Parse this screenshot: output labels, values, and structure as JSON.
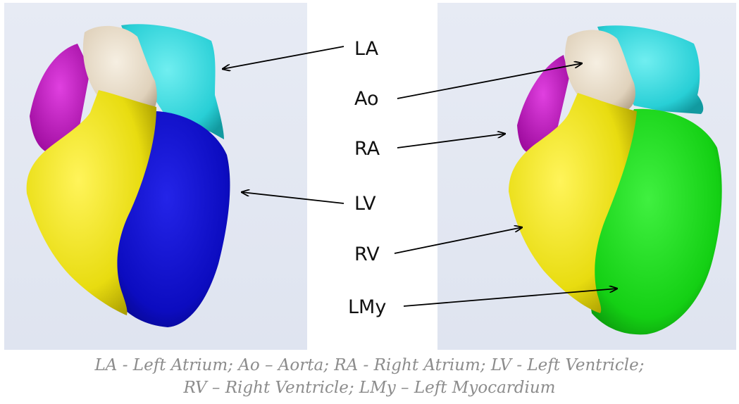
{
  "labels": {
    "la": "LA",
    "ao": "Ao",
    "ra": "RA",
    "lv": "LV",
    "rv": "RV",
    "lmy": "LMy"
  },
  "caption": {
    "line1": "LA - Left Atrium; Ao – Aorta; RA - Right Atrium; LV - Left Ventricle;",
    "line2": "RV – Right Ventricle; LMy – Left Myocardium"
  },
  "colors": {
    "yellow": "#f2e61a",
    "blue": "#1010c8",
    "green": "#14d414",
    "magenta": "#c814c8",
    "cyan": "#2ad2d8",
    "beige": "#e4d8c4"
  }
}
